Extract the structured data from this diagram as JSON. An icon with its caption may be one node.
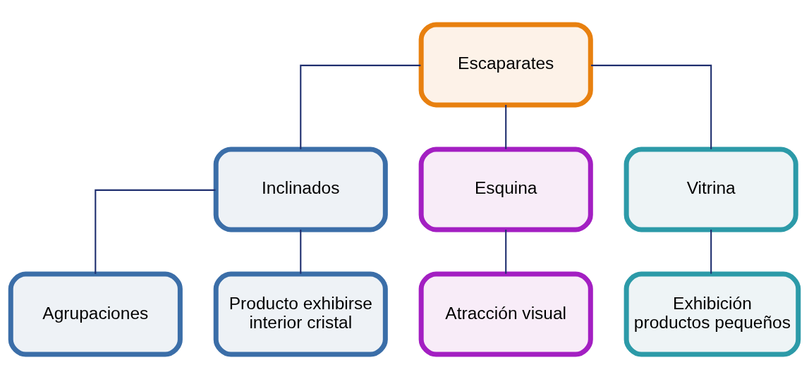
{
  "diagram": {
    "nodes": [
      {
        "text": [
          "Escaparates"
        ]
      },
      {
        "text": [
          "Inclinados"
        ]
      },
      {
        "text": [
          "Esquina"
        ]
      },
      {
        "text": [
          "Vitrina"
        ]
      },
      {
        "text": [
          "Agrupaciones"
        ]
      },
      {
        "text": [
          "Producto exhibirse interior cristal"
        ]
      },
      {
        "text": [
          "Atracción visual"
        ]
      },
      {
        "text": [
          "Exhibición productos pequeños"
        ]
      }
    ],
    "edges": [
      {
        "from": 0,
        "to": 1,
        "arrow": "none"
      },
      {
        "from": 0,
        "to": 2,
        "arrow": "none"
      },
      {
        "from": 0,
        "to": 3,
        "arrow": "none"
      },
      {
        "from": 1,
        "to": 4,
        "arrow": "none"
      },
      {
        "from": 1,
        "to": 5,
        "arrow": "none"
      },
      {
        "from": 2,
        "to": 6,
        "arrow": "none"
      },
      {
        "from": 3,
        "to": 7,
        "arrow": "none"
      }
    ]
  }
}
